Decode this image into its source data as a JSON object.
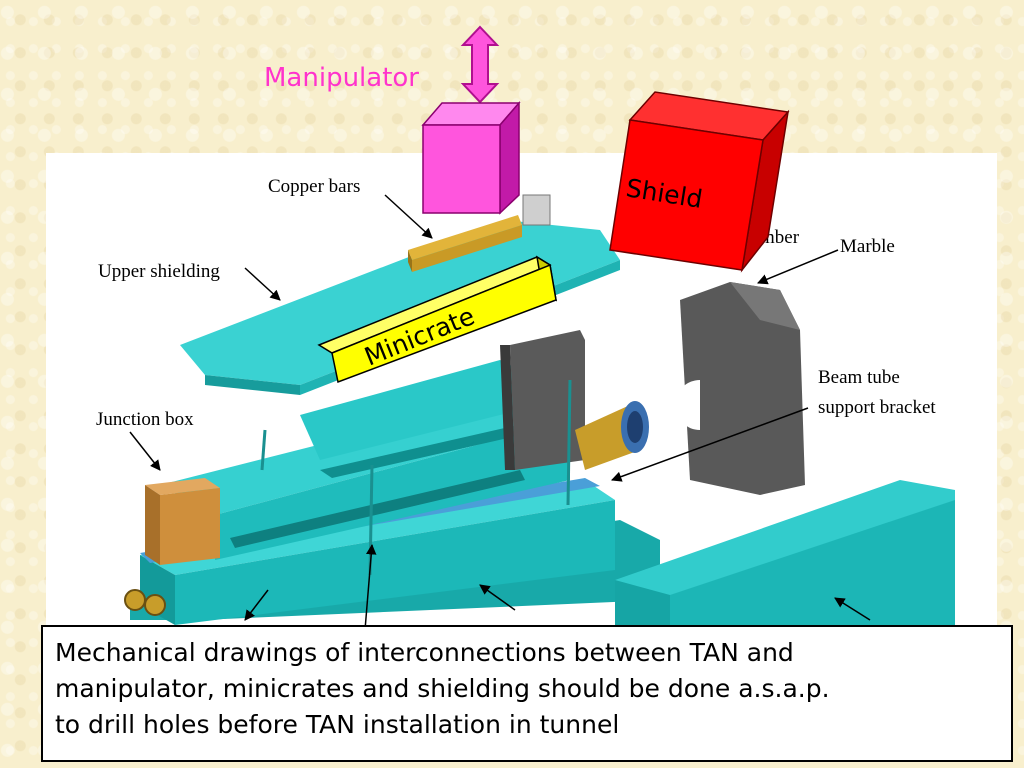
{
  "labels": {
    "manipulator": "Manipulator",
    "shield": "Shield",
    "minicrate": "Minicrate",
    "copper_bars": "Copper bars",
    "upper_shielding": "Upper shielding",
    "junction_box": "Junction box",
    "chamber_partial": "mber",
    "marble": "Marble",
    "beam_tube_line1": "Beam tube",
    "beam_tube_line2": "support bracket"
  },
  "caption": {
    "lines": [
      "Mechanical drawings of interconnections between TAN and",
      "manipulator, minicrates and shielding should be done a.s.a.p.",
      "to drill holes before TAN installation in tunnel"
    ]
  },
  "colors": {
    "background": "#f8efcd",
    "manipulator_label": "#ff33cc",
    "manipulator_box": "#ff55dd",
    "arrow": "#ff44dd",
    "shield_box": "#ff0000",
    "minicrate_box": "#ffff00",
    "machinery": "#22c4c4",
    "marble_block": "#555555",
    "copper": "#d6a323"
  }
}
